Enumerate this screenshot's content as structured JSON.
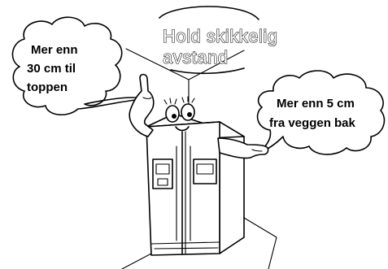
{
  "title": {
    "line1": "Hold skikkelig",
    "line2": "avstand"
  },
  "bubble_left": {
    "line1": "Mer enn",
    "line2": "30 cm til",
    "line3": "toppen"
  },
  "bubble_right": {
    "line1": "Mer enn 5 cm",
    "line2": "fra veggen bak"
  },
  "colors": {
    "ink": "#000000",
    "paper": "#ffffff"
  }
}
